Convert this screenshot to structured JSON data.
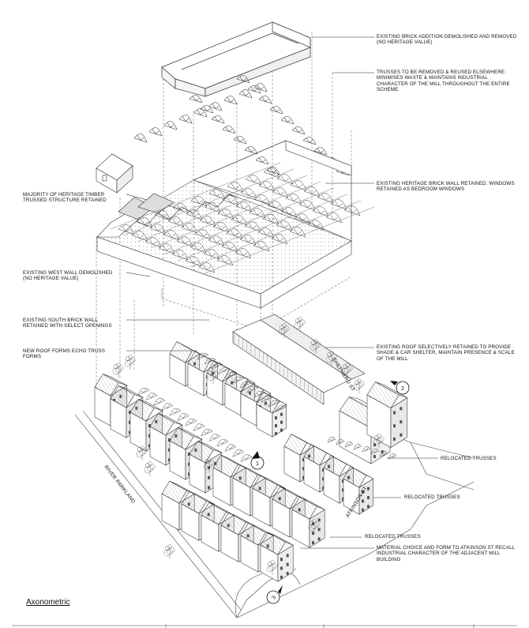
{
  "title": "Axonometric",
  "annotations": {
    "brick_addition": "EXISTING BRICK ADDITION DEMOLISHED AND REMOVED\n(NO HERITAGE VALUE)",
    "trusses_reused": "TRUSSES TO BE REMOVED & REUSED ELSEWHERE:\nMINIMISES WASTE & MAINTAINS INDUSTRIAL\nCHARACTER OF THE MILL THROUGHOUT THE ENTIRE\nSCHEME",
    "heritage_brick_wall": "EXISTING HERITAGE BRICK WALL RETAINED: WINDOWS\nRETAINED AS BEDROOM WINDOWS",
    "timber_structure": "MAJORITY OF HERITAGE TIMBER\nTRUSSED STRUCTURE RETAINED",
    "west_wall": "EXISTING WEST WALL DEMOLISHED\n(NO HERITAGE VALUE)",
    "south_wall": "EXISTING SOUTH BRICK WALL\nRETAINED WITH SELECT OPENINGS",
    "new_roof": "NEW ROOF FORMS ECHO TRUSS\nFORMS",
    "roof_retained": "EXISTING ROOF SELECTIVELY RETAINED TO PROVIDE\nSHADE & CAR SHELTER, MAINTAIN PRESENCE & SCALE\nOF THE MILL",
    "relocated_1": "RELOCATED TRUSSES",
    "relocated_2": "RELOCATED TRUSSES",
    "relocated_3": "RELOCATED TRUSSES",
    "material_choice": "MATERIAL CHOICE AND FORM TO ATKINSON ST RECALL\nINDUSTRIAL CHARACTER OF THE ADJACENT MILL\nBUILDING"
  },
  "streets": {
    "shepherd": "SHEPHERD ST",
    "atkinson": "ATKINSON ST",
    "river": "RIVER PARKLAND"
  },
  "markers": {
    "m1": "1",
    "m2": "2",
    "m3": "3"
  }
}
